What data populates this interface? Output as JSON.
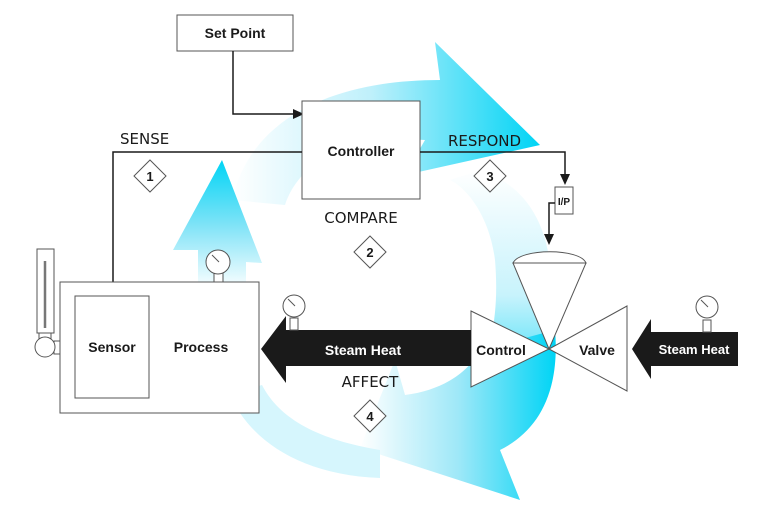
{
  "diagram": {
    "title": "Process Control Loop",
    "colors": {
      "cycle_arrow": "#00d4f5",
      "cycle_arrow_light": "#c8f2fb",
      "steam_pipe": "#1a1a1a",
      "box_stroke": "#555555"
    },
    "blocks": {
      "set_point": "Set Point",
      "controller": "Controller",
      "sensor": "Sensor",
      "process": "Process",
      "ip_converter": "I/P",
      "valve_left": "Control",
      "valve_right": "Valve"
    },
    "pipes": {
      "steam_in": "Steam Heat",
      "steam_out": "Steam Heat"
    },
    "steps": [
      {
        "number": "1",
        "label": "SENSE"
      },
      {
        "number": "2",
        "label": "COMPARE"
      },
      {
        "number": "3",
        "label": "RESPOND"
      },
      {
        "number": "4",
        "label": "AFFECT"
      }
    ]
  }
}
